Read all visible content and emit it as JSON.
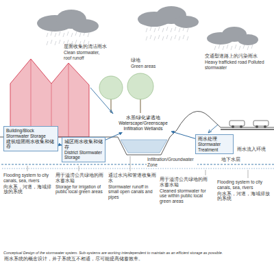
{
  "diagram": {
    "caption": "Conceptual Design of the stormwater system. Sub-systems are working interdependent to maintain as an efficient storage as possible.",
    "nodes": [
      {
        "text": [
          "Building/Block Stormwater Storage",
          "建筑组团雨水收集和储存"
        ]
      },
      {
        "text": [
          "城区雨水收集和储存",
          "District Stormwater Storage"
        ]
      },
      {
        "text": [
          "水景/绿化渗透地",
          "Waterscape/Greenscape Infiltration Wetlands"
        ]
      },
      {
        "text": [
          "雨水处理",
          "Stormwater Treatment"
        ]
      }
    ],
    "edges": [
      {
        "from": 0,
        "to": 1,
        "arrow": "to"
      },
      {
        "from": 1,
        "to": 2,
        "arrow": "to"
      },
      {
        "from": 3,
        "to": 2,
        "arrow": "to"
      }
    ],
    "labels": [
      "屋面收集的清洁雨水",
      "Clean stormwater, roof runoff",
      "绿地",
      "Green areas",
      "交通型道路上的污染雨水",
      "Heavy trafficked road Polluted stormwater",
      "Infiltration/Groundwater Zone",
      "地下水层",
      "雨水流入环境",
      "用于溢涝公共绿地的雨水蓄水箱",
      "Storage for irrigation of public local green areas",
      "通过水沟和管道收集雨水",
      "Stormwater runoff in small open canals and pipes",
      "用于溢涝公共绿地的雨水蓄水箱",
      "Cleaned stormwater for use within public local green areas",
      "Flooding system to city canals, sea, rivers",
      "向水系，河道，海域排放的系统",
      "Flooding system to city canals, sea, rivers",
      "向水系，河道，海域排放的系统",
      "雨水系统的概念设计，并子系统互不相通，尽可能提高储蓄效率。"
    ]
  }
}
